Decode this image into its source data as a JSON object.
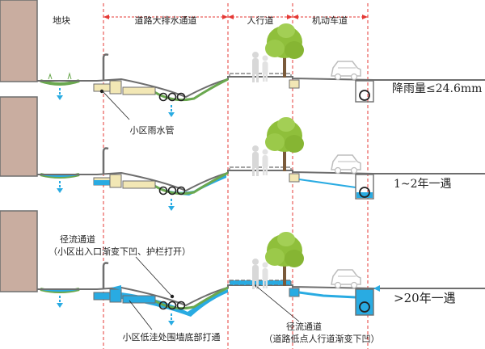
{
  "zones": [
    "地块",
    "道路大排水通道",
    "人行道",
    "机动车道"
  ],
  "scenarios": [
    {
      "label": "降雨量≤24.6mm"
    },
    {
      "label": "1~2年一遇"
    },
    {
      "label": ">20年一遇"
    }
  ],
  "callouts": {
    "community_pipe": "小区雨水管",
    "runoff_channel_1_line1": "径流通道",
    "runoff_channel_1_line2": "（小区出入口渐变下凹、护栏打开）",
    "low_area_wall": "小区低洼处围墙底部打通",
    "runoff_channel_2_line1": "径流通道",
    "runoff_channel_2_line2": "（道路低点人行道渐变下凹）"
  },
  "colors": {
    "ground": "#6e6e6e",
    "building": "#c9ada0",
    "vegetation": "#6aa84f",
    "water": "#29abe2",
    "pipe_box": "#f2e7b5",
    "guide_line": "#e53935"
  }
}
